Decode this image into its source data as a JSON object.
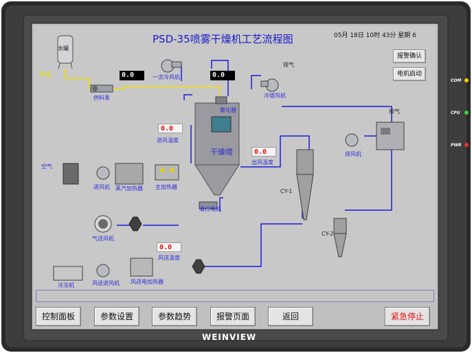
{
  "header": {
    "title": "PSD-35喷雾干燥机工艺流程图",
    "datetime": "05月 18日 10时 43分  星期  6"
  },
  "side_buttons": {
    "alarm_ack": "报警确认",
    "motor_start": "电机启动"
  },
  "readouts": {
    "feed_value": "0.0",
    "atomizer_value": "0.0",
    "inlet_temp_value": "0.0",
    "outlet_temp_value": "0.0",
    "air_temp_value": "0.0"
  },
  "labels": {
    "water_tank": "水罐",
    "feed_liquid": "料液",
    "feed_pump": "供料泵",
    "primary_cooling_fan": "一次冷风机",
    "atomizer": "雾化器",
    "exhaust_top": "排气",
    "cooling_tower_fan": "冷塔风机",
    "inlet_temp": "进风温度",
    "drying_tower": "干燥塔",
    "outlet_temp": "出风温度",
    "air": "空气",
    "inlet_fan": "进风机",
    "steam_heater": "蒸汽加热器",
    "main_heater": "主加热器",
    "cyclone_1": "CY-1",
    "exhaust_right": "排气",
    "exhaust_fan": "排风机",
    "sweep_motor": "清扫电机",
    "conveying_fan": "气送风机",
    "cyclone_2": "CY-2",
    "chiller": "冷冻机",
    "conveying_inlet_fan": "风送进风机",
    "air_temp": "风送温度",
    "electric_heater": "风送电加热器"
  },
  "nav": {
    "control_panel": "控制面板",
    "param_settings": "参数设置",
    "param_trend": "参数趋势",
    "alarm_page": "报警页面",
    "back": "返回",
    "emergency_stop": "紧急停止"
  },
  "leds": {
    "com": "COM",
    "cpu": "CPU",
    "pwr": "PWR"
  },
  "brand": "WEINVIEW",
  "colors": {
    "screen_bg": "#c8c8c8",
    "pipe_blue": "#1a1ad8",
    "pipe_yellow": "#f0e000",
    "label_blue": "#2b2bd8",
    "value_red": "#e01010",
    "led_com": "#f2d000",
    "led_cpu": "#3fcf3f",
    "led_pwr": "#e83030"
  }
}
